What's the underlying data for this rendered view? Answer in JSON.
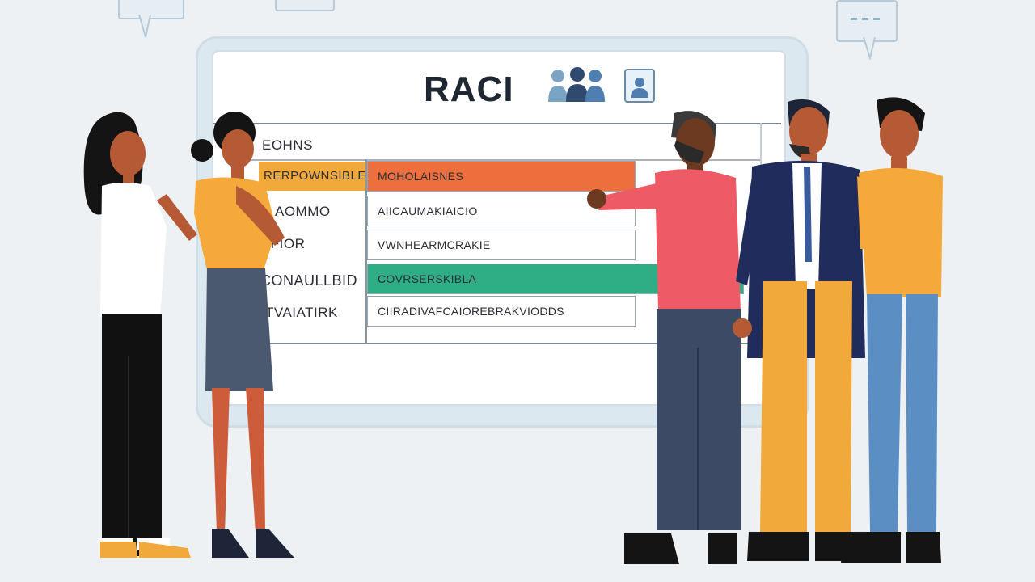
{
  "board": {
    "title": "RACI",
    "rows": [
      {
        "label": "EOHNS",
        "cell": ""
      },
      {
        "label": "RERPOWNSIBLE",
        "cell": "MOHOLAISNES"
      },
      {
        "label": "AOMMO",
        "cell": "AIICAUMAKIAICIO"
      },
      {
        "label": "RFIOR",
        "cell": "VWNHEARMCRAKIE"
      },
      {
        "label": "CONAULLBID",
        "cell": "COVRSERSKIBLA"
      },
      {
        "label": "TVAIATIRK",
        "cell": "CIIRADIVAFCAIOREBRAKVIODDS"
      }
    ]
  },
  "icons": [
    "people-group-icon",
    "profile-icon",
    "speech-bubble-icon"
  ],
  "colors": {
    "background": "#eef1f4",
    "responsible_row": "#ee6f3e",
    "responsible_label": "#f2a93b",
    "consulted_row": "#2fae86",
    "text": "#1f2733"
  }
}
